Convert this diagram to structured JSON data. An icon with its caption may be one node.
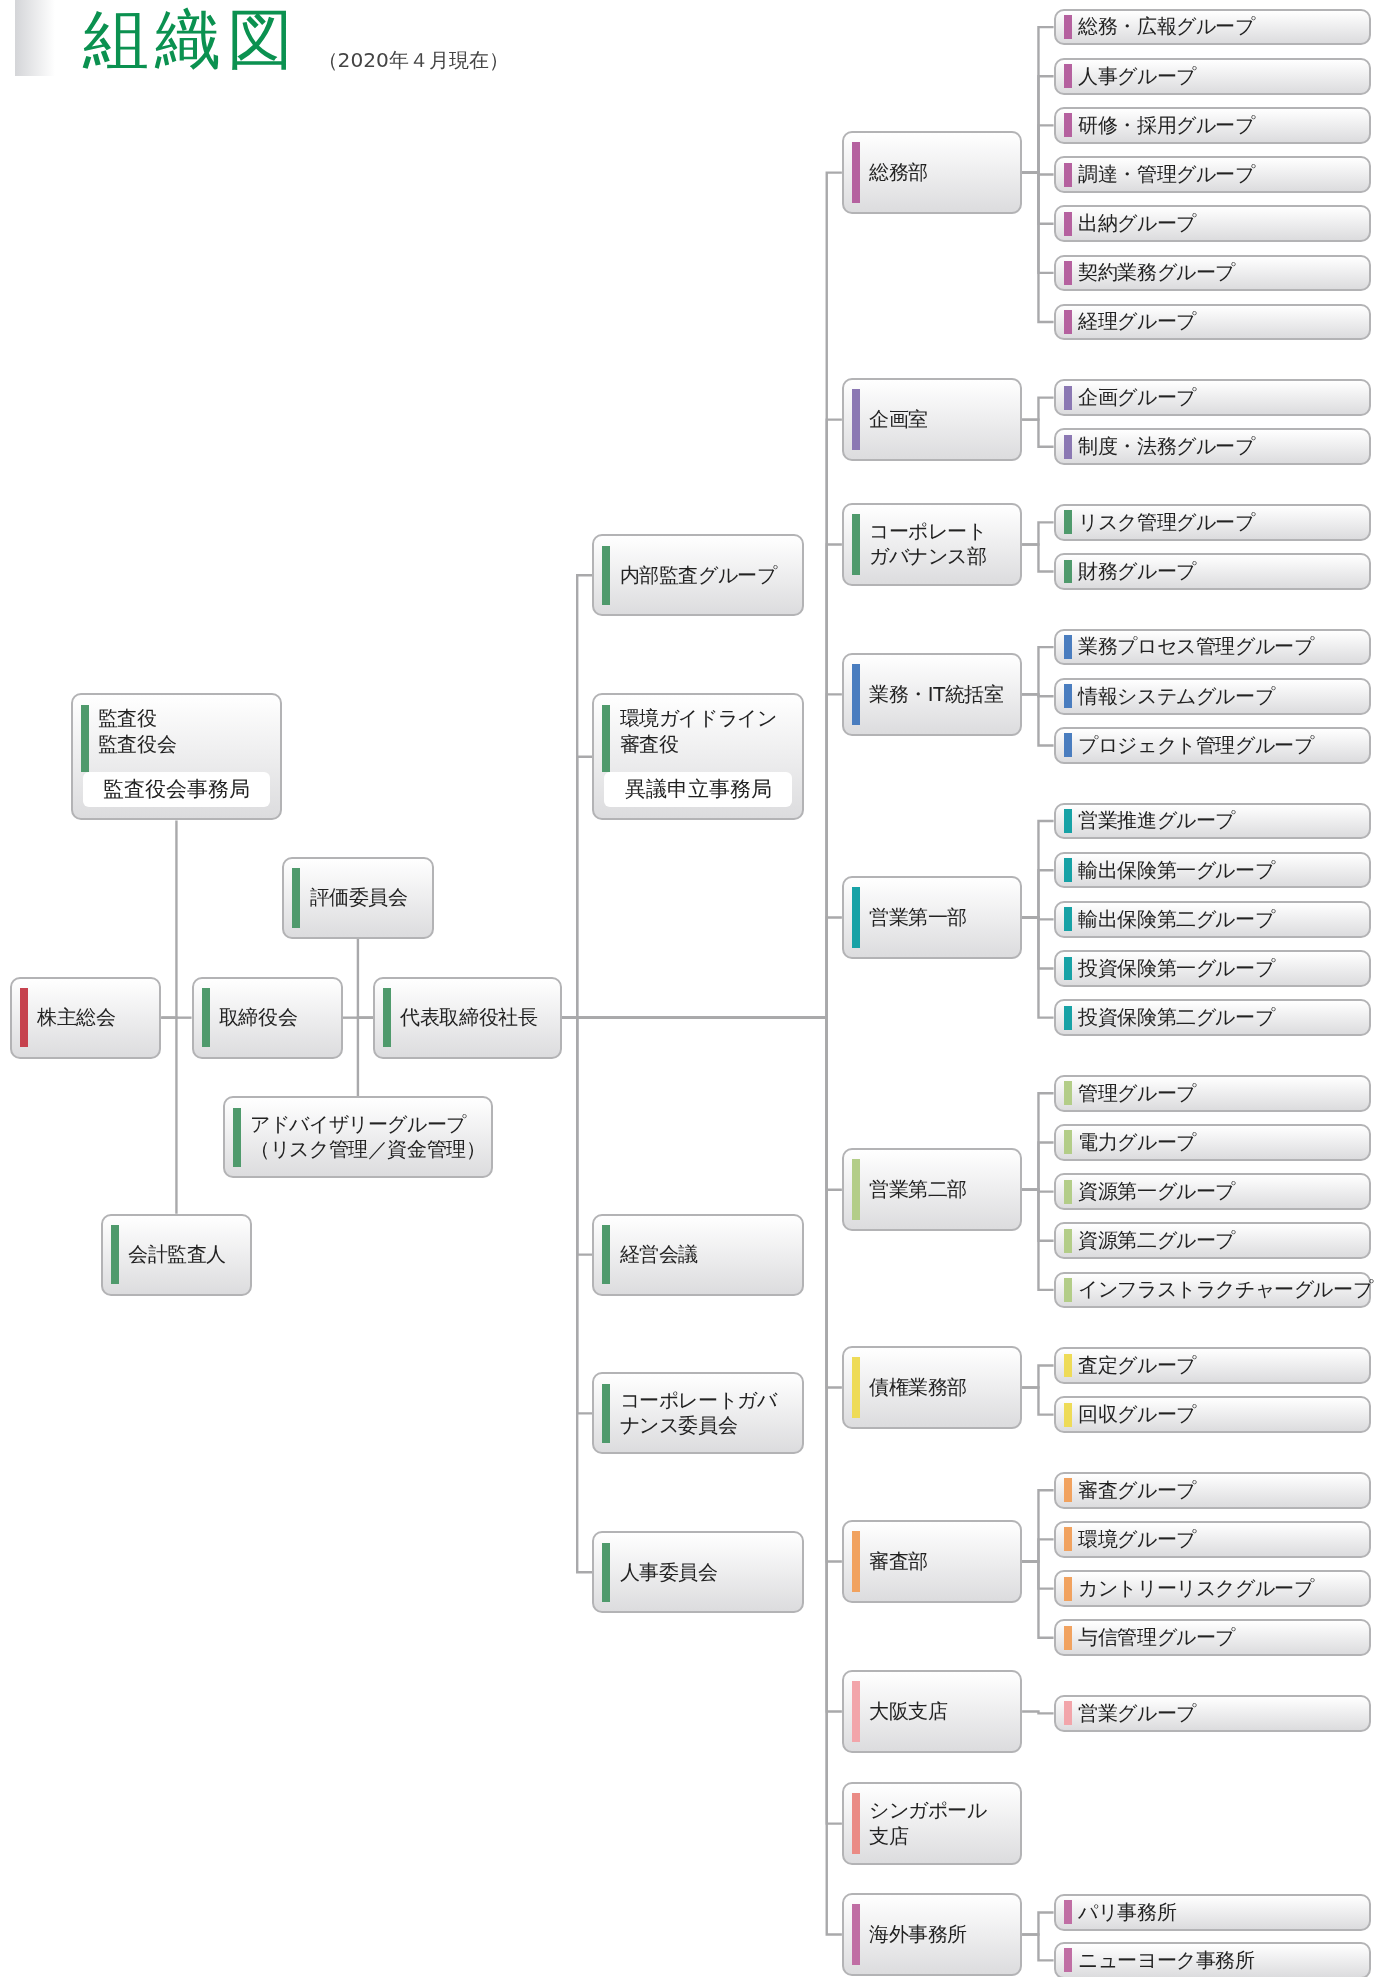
{
  "diagram": {
    "title": "組織図",
    "nodes": [
      {
        "text": [
          "株主総会"
        ]
      },
      {
        "text": [
          "取締役会"
        ]
      },
      {
        "text": [
          "代表取締役社長"
        ]
      },
      {
        "text": [
          "監査役",
          "監査役会",
          "監査役会事務局"
        ]
      },
      {
        "text": [
          "評価委員会"
        ]
      },
      {
        "text": [
          "アドバイザリーグループ（リスク管理／資金管理）"
        ]
      },
      {
        "text": [
          "会計監査人"
        ]
      },
      {
        "text": [
          "内部監査グループ"
        ]
      },
      {
        "text": [
          "環境ガイドライン審査役",
          "異議申立事務局"
        ]
      },
      {
        "text": [
          "経営会議"
        ]
      },
      {
        "text": [
          "コーポレートガバナンス委員会"
        ]
      },
      {
        "text": [
          "人事委員会"
        ]
      },
      {
        "text": [
          "総務部"
        ]
      },
      {
        "text": [
          "総務・広報グループ"
        ]
      },
      {
        "text": [
          "人事グループ"
        ]
      },
      {
        "text": [
          "研修・採用グループ"
        ]
      },
      {
        "text": [
          "調達・管理グループ"
        ]
      },
      {
        "text": [
          "出納グループ"
        ]
      },
      {
        "text": [
          "契約業務グループ"
        ]
      },
      {
        "text": [
          "経理グループ"
        ]
      },
      {
        "text": [
          "企画室"
        ]
      },
      {
        "text": [
          "企画グループ"
        ]
      },
      {
        "text": [
          "制度・法務グループ"
        ]
      },
      {
        "text": [
          "コーポレートガバナンス部"
        ]
      },
      {
        "text": [
          "リスク管理グループ"
        ]
      },
      {
        "text": [
          "財務グループ"
        ]
      },
      {
        "text": [
          "業務・IT統括室"
        ]
      },
      {
        "text": [
          "業務プロセス管理グループ"
        ]
      },
      {
        "text": [
          "情報システムグループ"
        ]
      },
      {
        "text": [
          "プロジェクト管理グループ"
        ]
      },
      {
        "text": [
          "営業第一部"
        ]
      },
      {
        "text": [
          "営業推進グループ"
        ]
      },
      {
        "text": [
          "輸出保険第一グループ"
        ]
      },
      {
        "text": [
          "輸出保険第二グループ"
        ]
      },
      {
        "text": [
          "投資保険第一グループ"
        ]
      },
      {
        "text": [
          "投資保険第二グループ"
        ]
      },
      {
        "text": [
          "営業第二部"
        ]
      },
      {
        "text": [
          "管理グループ"
        ]
      },
      {
        "text": [
          "電力グループ"
        ]
      },
      {
        "text": [
          "資源第一グループ"
        ]
      },
      {
        "text": [
          "資源第二グループ"
        ]
      },
      {
        "text": [
          "インフラストラクチャーグループ"
        ]
      },
      {
        "text": [
          "債権業務部"
        ]
      },
      {
        "text": [
          "査定グループ"
        ]
      },
      {
        "text": [
          "回収グループ"
        ]
      },
      {
        "text": [
          "審査部"
        ]
      },
      {
        "text": [
          "審査グループ"
        ]
      },
      {
        "text": [
          "環境グループ"
        ]
      },
      {
        "text": [
          "カントリーリスクグループ"
        ]
      },
      {
        "text": [
          "与信管理グループ"
        ]
      },
      {
        "text": [
          "大阪支店"
        ]
      },
      {
        "text": [
          "営業グループ"
        ]
      },
      {
        "text": [
          "シンガポール支店"
        ]
      },
      {
        "text": [
          "海外事務所"
        ]
      },
      {
        "text": [
          "パリ事務所"
        ]
      },
      {
        "text": [
          "ニューヨーク事務所"
        ]
      }
    ],
    "edges": [
      {
        "from": 0,
        "to": 1,
        "arrow": "none"
      },
      {
        "from": 0,
        "to": 3,
        "arrow": "none"
      },
      {
        "from": 0,
        "to": 6,
        "arrow": "none"
      },
      {
        "from": 1,
        "to": 2,
        "arrow": "none"
      },
      {
        "from": 2,
        "to": 4,
        "arrow": "none"
      },
      {
        "from": 2,
        "to": 5,
        "arrow": "none"
      },
      {
        "from": 2,
        "to": 7,
        "arrow": "none"
      },
      {
        "from": 2,
        "to": 8,
        "arrow": "none"
      },
      {
        "from": 2,
        "to": 9,
        "arrow": "none"
      },
      {
        "from": 2,
        "to": 10,
        "arrow": "none"
      },
      {
        "from": 2,
        "to": 11,
        "arrow": "none"
      },
      {
        "from": 2,
        "to": 12,
        "arrow": "none"
      },
      {
        "from": 2,
        "to": 20,
        "arrow": "none"
      },
      {
        "from": 2,
        "to": 23,
        "arrow": "none"
      },
      {
        "from": 2,
        "to": 26,
        "arrow": "none"
      },
      {
        "from": 2,
        "to": 30,
        "arrow": "none"
      },
      {
        "from": 2,
        "to": 36,
        "arrow": "none"
      },
      {
        "from": 2,
        "to": 42,
        "arrow": "none"
      },
      {
        "from": 2,
        "to": 45,
        "arrow": "none"
      },
      {
        "from": 2,
        "to": 50,
        "arrow": "none"
      },
      {
        "from": 2,
        "to": 52,
        "arrow": "none"
      },
      {
        "from": 2,
        "to": 53,
        "arrow": "none"
      },
      {
        "from": 12,
        "to": 13,
        "arrow": "none"
      },
      {
        "from": 12,
        "to": 14,
        "arrow": "none"
      },
      {
        "from": 12,
        "to": 15,
        "arrow": "none"
      },
      {
        "from": 12,
        "to": 16,
        "arrow": "none"
      },
      {
        "from": 12,
        "to": 17,
        "arrow": "none"
      },
      {
        "from": 12,
        "to": 18,
        "arrow": "none"
      },
      {
        "from": 12,
        "to": 19,
        "arrow": "none"
      },
      {
        "from": 20,
        "to": 21,
        "arrow": "none"
      },
      {
        "from": 20,
        "to": 22,
        "arrow": "none"
      },
      {
        "from": 23,
        "to": 24,
        "arrow": "none"
      },
      {
        "from": 23,
        "to": 25,
        "arrow": "none"
      },
      {
        "from": 26,
        "to": 27,
        "arrow": "none"
      },
      {
        "from": 26,
        "to": 28,
        "arrow": "none"
      },
      {
        "from": 26,
        "to": 29,
        "arrow": "none"
      },
      {
        "from": 30,
        "to": 31,
        "arrow": "none"
      },
      {
        "from": 30,
        "to": 32,
        "arrow": "none"
      },
      {
        "from": 30,
        "to": 33,
        "arrow": "none"
      },
      {
        "from": 30,
        "to": 34,
        "arrow": "none"
      },
      {
        "from": 30,
        "to": 35,
        "arrow": "none"
      },
      {
        "from": 36,
        "to": 37,
        "arrow": "none"
      },
      {
        "from": 36,
        "to": 38,
        "arrow": "none"
      },
      {
        "from": 36,
        "to": 39,
        "arrow": "none"
      },
      {
        "from": 36,
        "to": 40,
        "arrow": "none"
      },
      {
        "from": 36,
        "to": 41,
        "arrow": "none"
      },
      {
        "from": 42,
        "to": 43,
        "arrow": "none"
      },
      {
        "from": 42,
        "to": 44,
        "arrow": "none"
      },
      {
        "from": 45,
        "to": 46,
        "arrow": "none"
      },
      {
        "from": 45,
        "to": 47,
        "arrow": "none"
      },
      {
        "from": 45,
        "to": 48,
        "arrow": "none"
      },
      {
        "from": 45,
        "to": 49,
        "arrow": "none"
      },
      {
        "from": 50,
        "to": 51,
        "arrow": "none"
      },
      {
        "from": 53,
        "to": 54,
        "arrow": "none"
      },
      {
        "from": 53,
        "to": 55,
        "arrow": "none"
      }
    ],
    "labels": [
      "（2020年４月現在）"
    ]
  }
}
